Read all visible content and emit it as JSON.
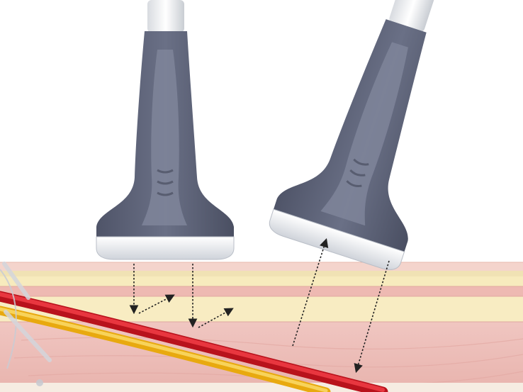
{
  "diagram": {
    "type": "ultrasound-probe-angle-illustration",
    "probes": [
      {
        "id": "probe-perpendicular",
        "orientation": "vertical"
      },
      {
        "id": "probe-angled",
        "orientation": "tilted"
      }
    ],
    "tissue_layers": [
      "skin",
      "subcutaneous-fat",
      "fascia",
      "muscle"
    ],
    "structures": [
      "artery",
      "nerve"
    ],
    "colors": {
      "probe_body": "#5f6478",
      "probe_grip": "#7d8399",
      "probe_face": "#eceff3",
      "skin": "#f3cfc7",
      "fat": "#f6e7b0",
      "muscle": "#eebdb8",
      "artery": "#d3202a",
      "nerve": "#f2b81e",
      "arrow": "#222222"
    }
  }
}
